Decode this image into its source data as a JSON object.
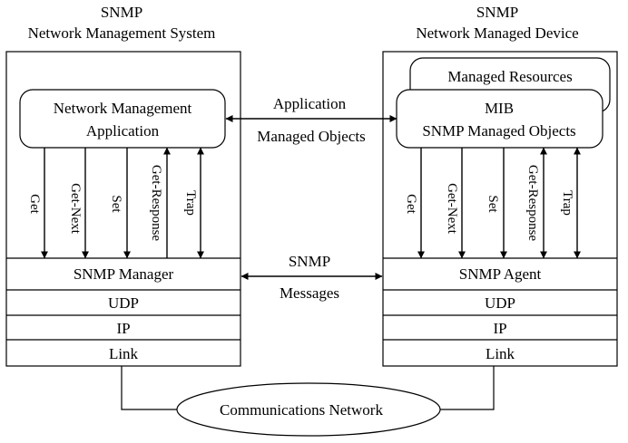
{
  "left_system": {
    "heading_line1": "SNMP",
    "heading_line2": "Network Management System",
    "app_line1": "Network Management",
    "app_line2": "Application",
    "operations": [
      "Get",
      "Get-Next",
      "Set",
      "Get-Response",
      "Trap"
    ],
    "stack": [
      "SNMP Manager",
      "UDP",
      "IP",
      "Link"
    ]
  },
  "right_device": {
    "heading_line1": "SNMP",
    "heading_line2": "Network Managed Device",
    "resources_label": "Managed Resources",
    "mib_line1": "MIB",
    "mib_line2": "SNMP Managed Objects",
    "operations": [
      "Get",
      "Get-Next",
      "Set",
      "Get-Response",
      "Trap"
    ],
    "stack": [
      "SNMP Agent",
      "UDP",
      "IP",
      "Link"
    ]
  },
  "links": {
    "app_line1": "Application",
    "app_line2": "Managed Objects",
    "msg_line1": "SNMP",
    "msg_line2": "Messages"
  },
  "network_label": "Communications Network",
  "colors": {
    "stroke": "#000000",
    "fill": "#ffffff"
  }
}
